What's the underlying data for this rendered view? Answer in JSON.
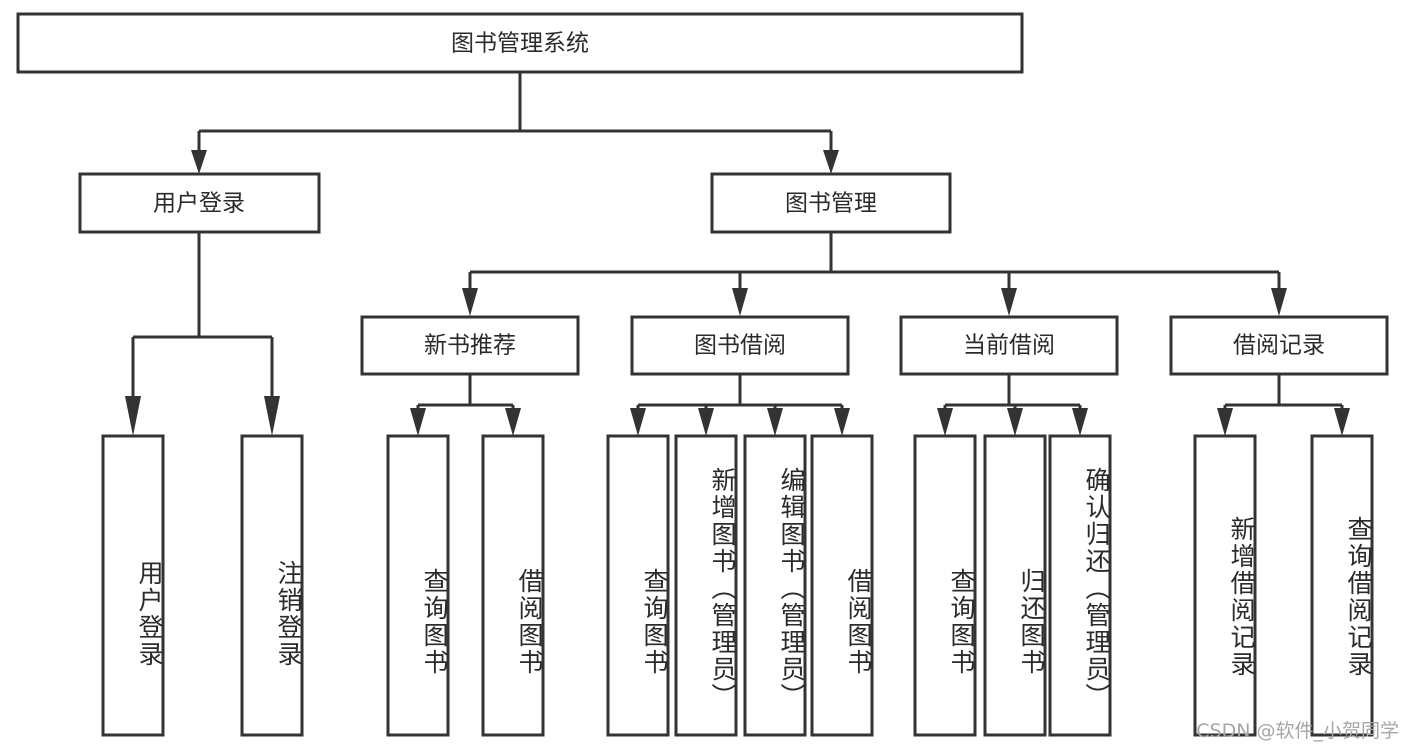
{
  "diagram": {
    "title": "图书管理系统",
    "type": "tree-hierarchy",
    "orientation": "top-down",
    "colors": {
      "background": "#ffffff",
      "box_fill": "#ffffff",
      "box_stroke": "#333333",
      "text": "#2b2b2b",
      "watermark": "#a6a6a6"
    },
    "watermark": "CSDN @软件_小贺同学",
    "root": {
      "label": "图书管理系统"
    },
    "level2": [
      {
        "id": "user-login",
        "label": "用户登录"
      },
      {
        "id": "book-manage",
        "label": "图书管理"
      }
    ],
    "level3": [
      {
        "id": "new-book-recommend",
        "label": "新书推荐",
        "parent": "book-manage"
      },
      {
        "id": "book-borrow",
        "label": "图书借阅",
        "parent": "book-manage"
      },
      {
        "id": "current-borrow",
        "label": "当前借阅",
        "parent": "book-manage"
      },
      {
        "id": "borrow-record",
        "label": "借阅记录",
        "parent": "book-manage"
      }
    ],
    "leaves": {
      "user-login": [
        {
          "id": "leaf-user-login",
          "label": "用户登录"
        },
        {
          "id": "leaf-user-logout",
          "label": "注销登录"
        }
      ],
      "new-book-recommend": [
        {
          "id": "leaf-query-book-1",
          "label": "查询图书"
        },
        {
          "id": "leaf-borrow-book-1",
          "label": "借阅图书"
        }
      ],
      "book-borrow": [
        {
          "id": "leaf-query-book-2",
          "label": "查询图书"
        },
        {
          "id": "leaf-add-book",
          "label": "新增图书（管理员）"
        },
        {
          "id": "leaf-edit-book",
          "label": "编辑图书（管理员）"
        },
        {
          "id": "leaf-borrow-book-2",
          "label": "借阅图书"
        }
      ],
      "current-borrow": [
        {
          "id": "leaf-query-book-3",
          "label": "查询图书"
        },
        {
          "id": "leaf-return-book",
          "label": "归还图书"
        },
        {
          "id": "leaf-confirm-return",
          "label": "确认归还（管理员）"
        }
      ],
      "borrow-record": [
        {
          "id": "leaf-add-record",
          "label": "新增借阅记录"
        },
        {
          "id": "leaf-query-record",
          "label": "查询借阅记录"
        }
      ]
    }
  }
}
